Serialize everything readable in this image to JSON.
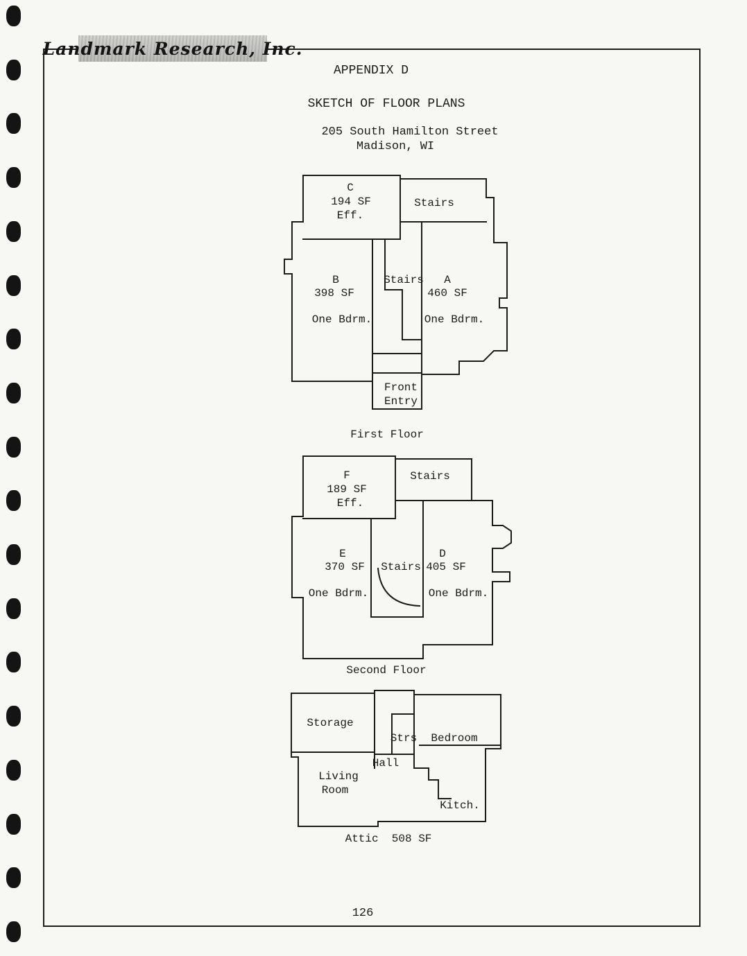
{
  "page": {
    "logo_text": "Landmark Research, Inc.",
    "appendix_title": "APPENDIX D",
    "subtitle": "SKETCH OF FLOOR PLANS",
    "address_line1": "205 South Hamilton Street",
    "address_line2": "Madison, WI",
    "page_number": "126"
  },
  "first_floor": {
    "caption": "First Floor",
    "unit_c": {
      "name": "C",
      "area": "194 SF",
      "type": "Eff."
    },
    "unit_b": {
      "name": "B",
      "area": "398 SF",
      "type": "One Bdrm."
    },
    "unit_a": {
      "name": "A",
      "area": "460 SF",
      "type": "One Bdrm."
    },
    "stairs_top_label": "Stairs",
    "stairs_mid_label": "Stairs",
    "front_entry_line1": "Front",
    "front_entry_line2": "Entry"
  },
  "second_floor": {
    "caption": "Second Floor",
    "unit_f": {
      "name": "F",
      "area": "189 SF",
      "type": "Eff."
    },
    "unit_e": {
      "name": "E",
      "area": "370 SF",
      "type": "One Bdrm."
    },
    "unit_d": {
      "name": "D",
      "area": "405 SF",
      "type": "One Bdrm."
    },
    "stairs_top_label": "Stairs",
    "stairs_mid_label": "Stairs"
  },
  "attic": {
    "caption": "Attic  508 SF",
    "storage_label": "Storage",
    "stairs_label": "Strs",
    "bedroom_label": "Bedroom",
    "hall_label": "Hall",
    "living_line1": "Living",
    "living_line2": "Room",
    "kitchen_label": "Kitch."
  }
}
